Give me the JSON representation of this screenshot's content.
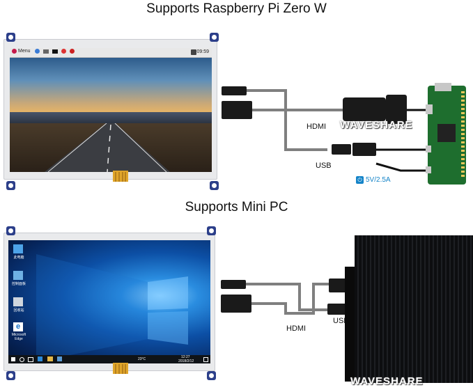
{
  "section_raspberry": {
    "title": "Supports Raspberry Pi Zero W",
    "desktop": {
      "menu_label": "Menu",
      "clock": "09:59"
    },
    "cable_labels": {
      "hdmi": "HDMI",
      "usb": "USB"
    },
    "power_label": "5V/2.5A"
  },
  "section_minipc": {
    "title": "Supports Mini PC",
    "desktop": {
      "icons": [
        "此电脑",
        "控制面板",
        "回收站",
        "Microsoft Edge"
      ],
      "taskbar_time": "12:27",
      "taskbar_date": "2018/2/12",
      "taskbar_temp": "23°C"
    },
    "cable_labels": {
      "hdmi": "HDMI",
      "usb": "USB"
    }
  },
  "watermarks": {
    "top": "WAVESHARE",
    "bottom": "WAVESHARE"
  },
  "colors": {
    "board_ear": "#2c3f8a",
    "power_accent": "#1584c8",
    "cable": "#808080"
  }
}
